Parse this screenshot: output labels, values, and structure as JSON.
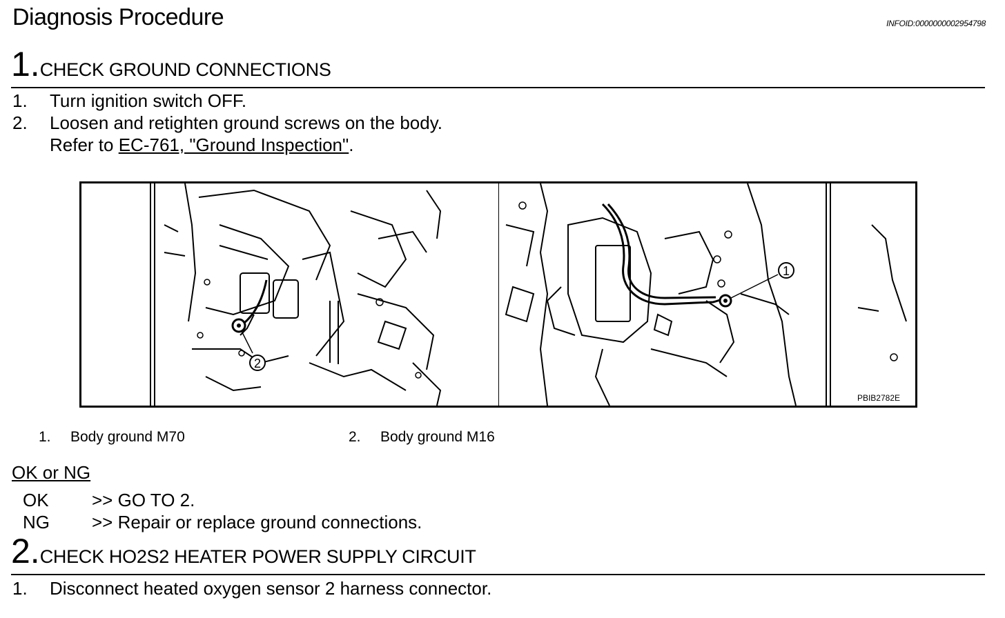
{
  "header": {
    "title": "Diagnosis Procedure",
    "infoid": "INFOID:0000000002954798"
  },
  "step1": {
    "number": "1.",
    "title": "CHECK GROUND CONNECTIONS",
    "items": [
      {
        "n": "1.",
        "text": "Turn ignition switch OFF."
      },
      {
        "n": "2.",
        "text": "Loosen and retighten ground screws on the body."
      }
    ],
    "refer_prefix": "Refer to ",
    "refer_link": "EC-761, \"Ground Inspection\"",
    "refer_suffix": "."
  },
  "figure": {
    "code": "PBIB2782E",
    "callout_left": "2",
    "callout_right": "1",
    "captions": [
      {
        "n": "1.",
        "text": "Body ground M70"
      },
      {
        "n": "2.",
        "text": "Body ground M16"
      }
    ]
  },
  "result": {
    "heading": "OK or NG",
    "rows": [
      {
        "key": "OK",
        "text": ">> GO TO 2."
      },
      {
        "key": "NG",
        "text": ">> Repair or replace ground connections."
      }
    ]
  },
  "step2": {
    "number": "2.",
    "title": "CHECK HO2S2 HEATER POWER SUPPLY CIRCUIT",
    "items": [
      {
        "n": "1.",
        "text": "Disconnect heated oxygen sensor 2 harness connector."
      }
    ]
  }
}
